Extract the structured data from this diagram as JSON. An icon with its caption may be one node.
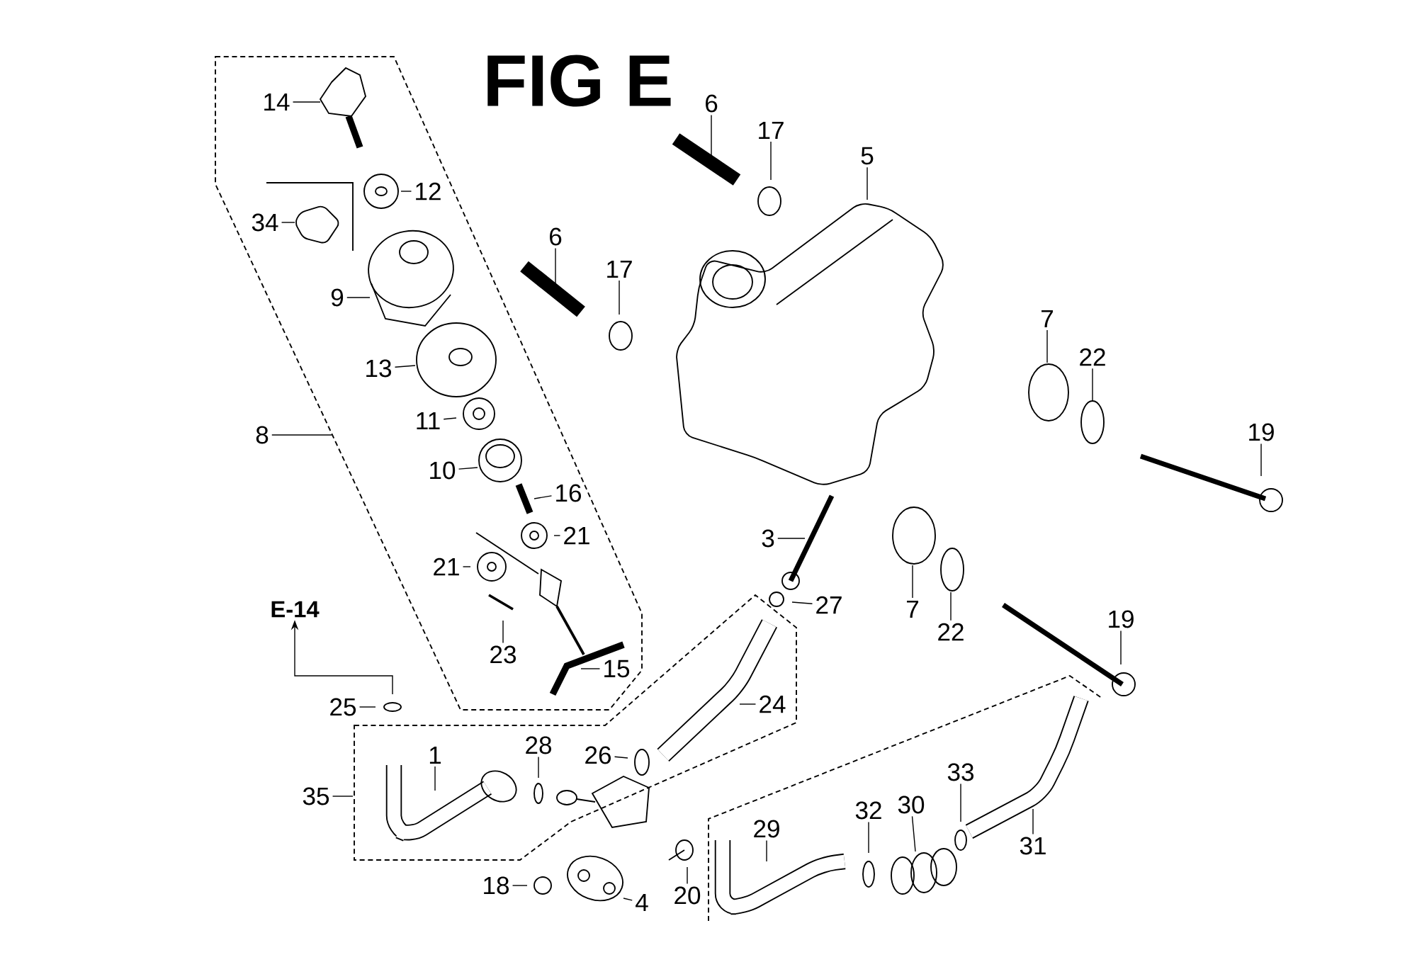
{
  "diagram": {
    "title": "FIG E",
    "nodes": [
      {
        "text": [
          "14"
        ]
      },
      {
        "text": [
          "12"
        ]
      },
      {
        "text": [
          "34"
        ]
      },
      {
        "text": [
          "9"
        ]
      },
      {
        "text": [
          "13"
        ]
      },
      {
        "text": [
          "11"
        ]
      },
      {
        "text": [
          "8"
        ]
      },
      {
        "text": [
          "10"
        ]
      },
      {
        "text": [
          "16"
        ]
      },
      {
        "text": [
          "21"
        ]
      },
      {
        "text": [
          "21"
        ]
      },
      {
        "text": [
          "23"
        ]
      },
      {
        "text": [
          "15"
        ]
      },
      {
        "text": [
          "E-14"
        ]
      },
      {
        "text": [
          "25"
        ]
      },
      {
        "text": [
          "35"
        ]
      },
      {
        "text": [
          "1"
        ]
      },
      {
        "text": [
          "28"
        ]
      },
      {
        "text": [
          "26"
        ]
      },
      {
        "text": [
          "24"
        ]
      },
      {
        "text": [
          "3"
        ]
      },
      {
        "text": [
          "27"
        ]
      },
      {
        "text": [
          "18"
        ]
      },
      {
        "text": [
          "4"
        ]
      },
      {
        "text": [
          "20"
        ]
      },
      {
        "text": [
          "6"
        ]
      },
      {
        "text": [
          "17"
        ]
      },
      {
        "text": [
          "5"
        ]
      },
      {
        "text": [
          "6"
        ]
      },
      {
        "text": [
          "17"
        ]
      },
      {
        "text": [
          "7"
        ]
      },
      {
        "text": [
          "22"
        ]
      },
      {
        "text": [
          "19"
        ]
      },
      {
        "text": [
          "7"
        ]
      },
      {
        "text": [
          "22"
        ]
      },
      {
        "text": [
          "19"
        ]
      },
      {
        "text": [
          "29"
        ]
      },
      {
        "text": [
          "32"
        ]
      },
      {
        "text": [
          "30"
        ]
      },
      {
        "text": [
          "33"
        ]
      },
      {
        "text": [
          "31"
        ]
      }
    ],
    "edges": [
      {
        "from": 0,
        "to": null,
        "arrow": "none"
      },
      {
        "from": 1,
        "to": null,
        "arrow": "none"
      },
      {
        "from": 2,
        "to": null,
        "arrow": "none"
      },
      {
        "from": 3,
        "to": null,
        "arrow": "none"
      },
      {
        "from": 4,
        "to": null,
        "arrow": "none"
      },
      {
        "from": 5,
        "to": null,
        "arrow": "none"
      },
      {
        "from": 6,
        "to": null,
        "arrow": "none"
      },
      {
        "from": 7,
        "to": null,
        "arrow": "none"
      },
      {
        "from": 8,
        "to": null,
        "arrow": "none"
      },
      {
        "from": 9,
        "to": null,
        "arrow": "none"
      },
      {
        "from": 10,
        "to": null,
        "arrow": "none"
      },
      {
        "from": 11,
        "to": null,
        "arrow": "none"
      },
      {
        "from": 12,
        "to": null,
        "arrow": "none"
      },
      {
        "from": null,
        "to": 13,
        "arrow": "to"
      },
      {
        "from": 14,
        "to": null,
        "arrow": "none"
      },
      {
        "from": 15,
        "to": null,
        "arrow": "none"
      },
      {
        "from": 16,
        "to": null,
        "arrow": "none"
      },
      {
        "from": 17,
        "to": null,
        "arrow": "none"
      },
      {
        "from": 18,
        "to": null,
        "arrow": "none"
      },
      {
        "from": 19,
        "to": null,
        "arrow": "none"
      },
      {
        "from": 20,
        "to": null,
        "arrow": "none"
      },
      {
        "from": 21,
        "to": null,
        "arrow": "none"
      },
      {
        "from": 22,
        "to": null,
        "arrow": "none"
      },
      {
        "from": 23,
        "to": null,
        "arrow": "none"
      },
      {
        "from": 24,
        "to": null,
        "arrow": "none"
      },
      {
        "from": 25,
        "to": null,
        "arrow": "none"
      },
      {
        "from": 26,
        "to": null,
        "arrow": "none"
      },
      {
        "from": 27,
        "to": null,
        "arrow": "none"
      },
      {
        "from": 28,
        "to": null,
        "arrow": "none"
      },
      {
        "from": 29,
        "to": null,
        "arrow": "none"
      },
      {
        "from": 30,
        "to": null,
        "arrow": "none"
      },
      {
        "from": 31,
        "to": null,
        "arrow": "none"
      },
      {
        "from": 32,
        "to": null,
        "arrow": "none"
      },
      {
        "from": 33,
        "to": null,
        "arrow": "none"
      },
      {
        "from": 34,
        "to": null,
        "arrow": "none"
      },
      {
        "from": 35,
        "to": null,
        "arrow": "none"
      },
      {
        "from": 36,
        "to": null,
        "arrow": "none"
      },
      {
        "from": 37,
        "to": null,
        "arrow": "none"
      },
      {
        "from": 38,
        "to": null,
        "arrow": "none"
      },
      {
        "from": 39,
        "to": null,
        "arrow": "none"
      },
      {
        "from": 40,
        "to": null,
        "arrow": "none"
      }
    ]
  }
}
